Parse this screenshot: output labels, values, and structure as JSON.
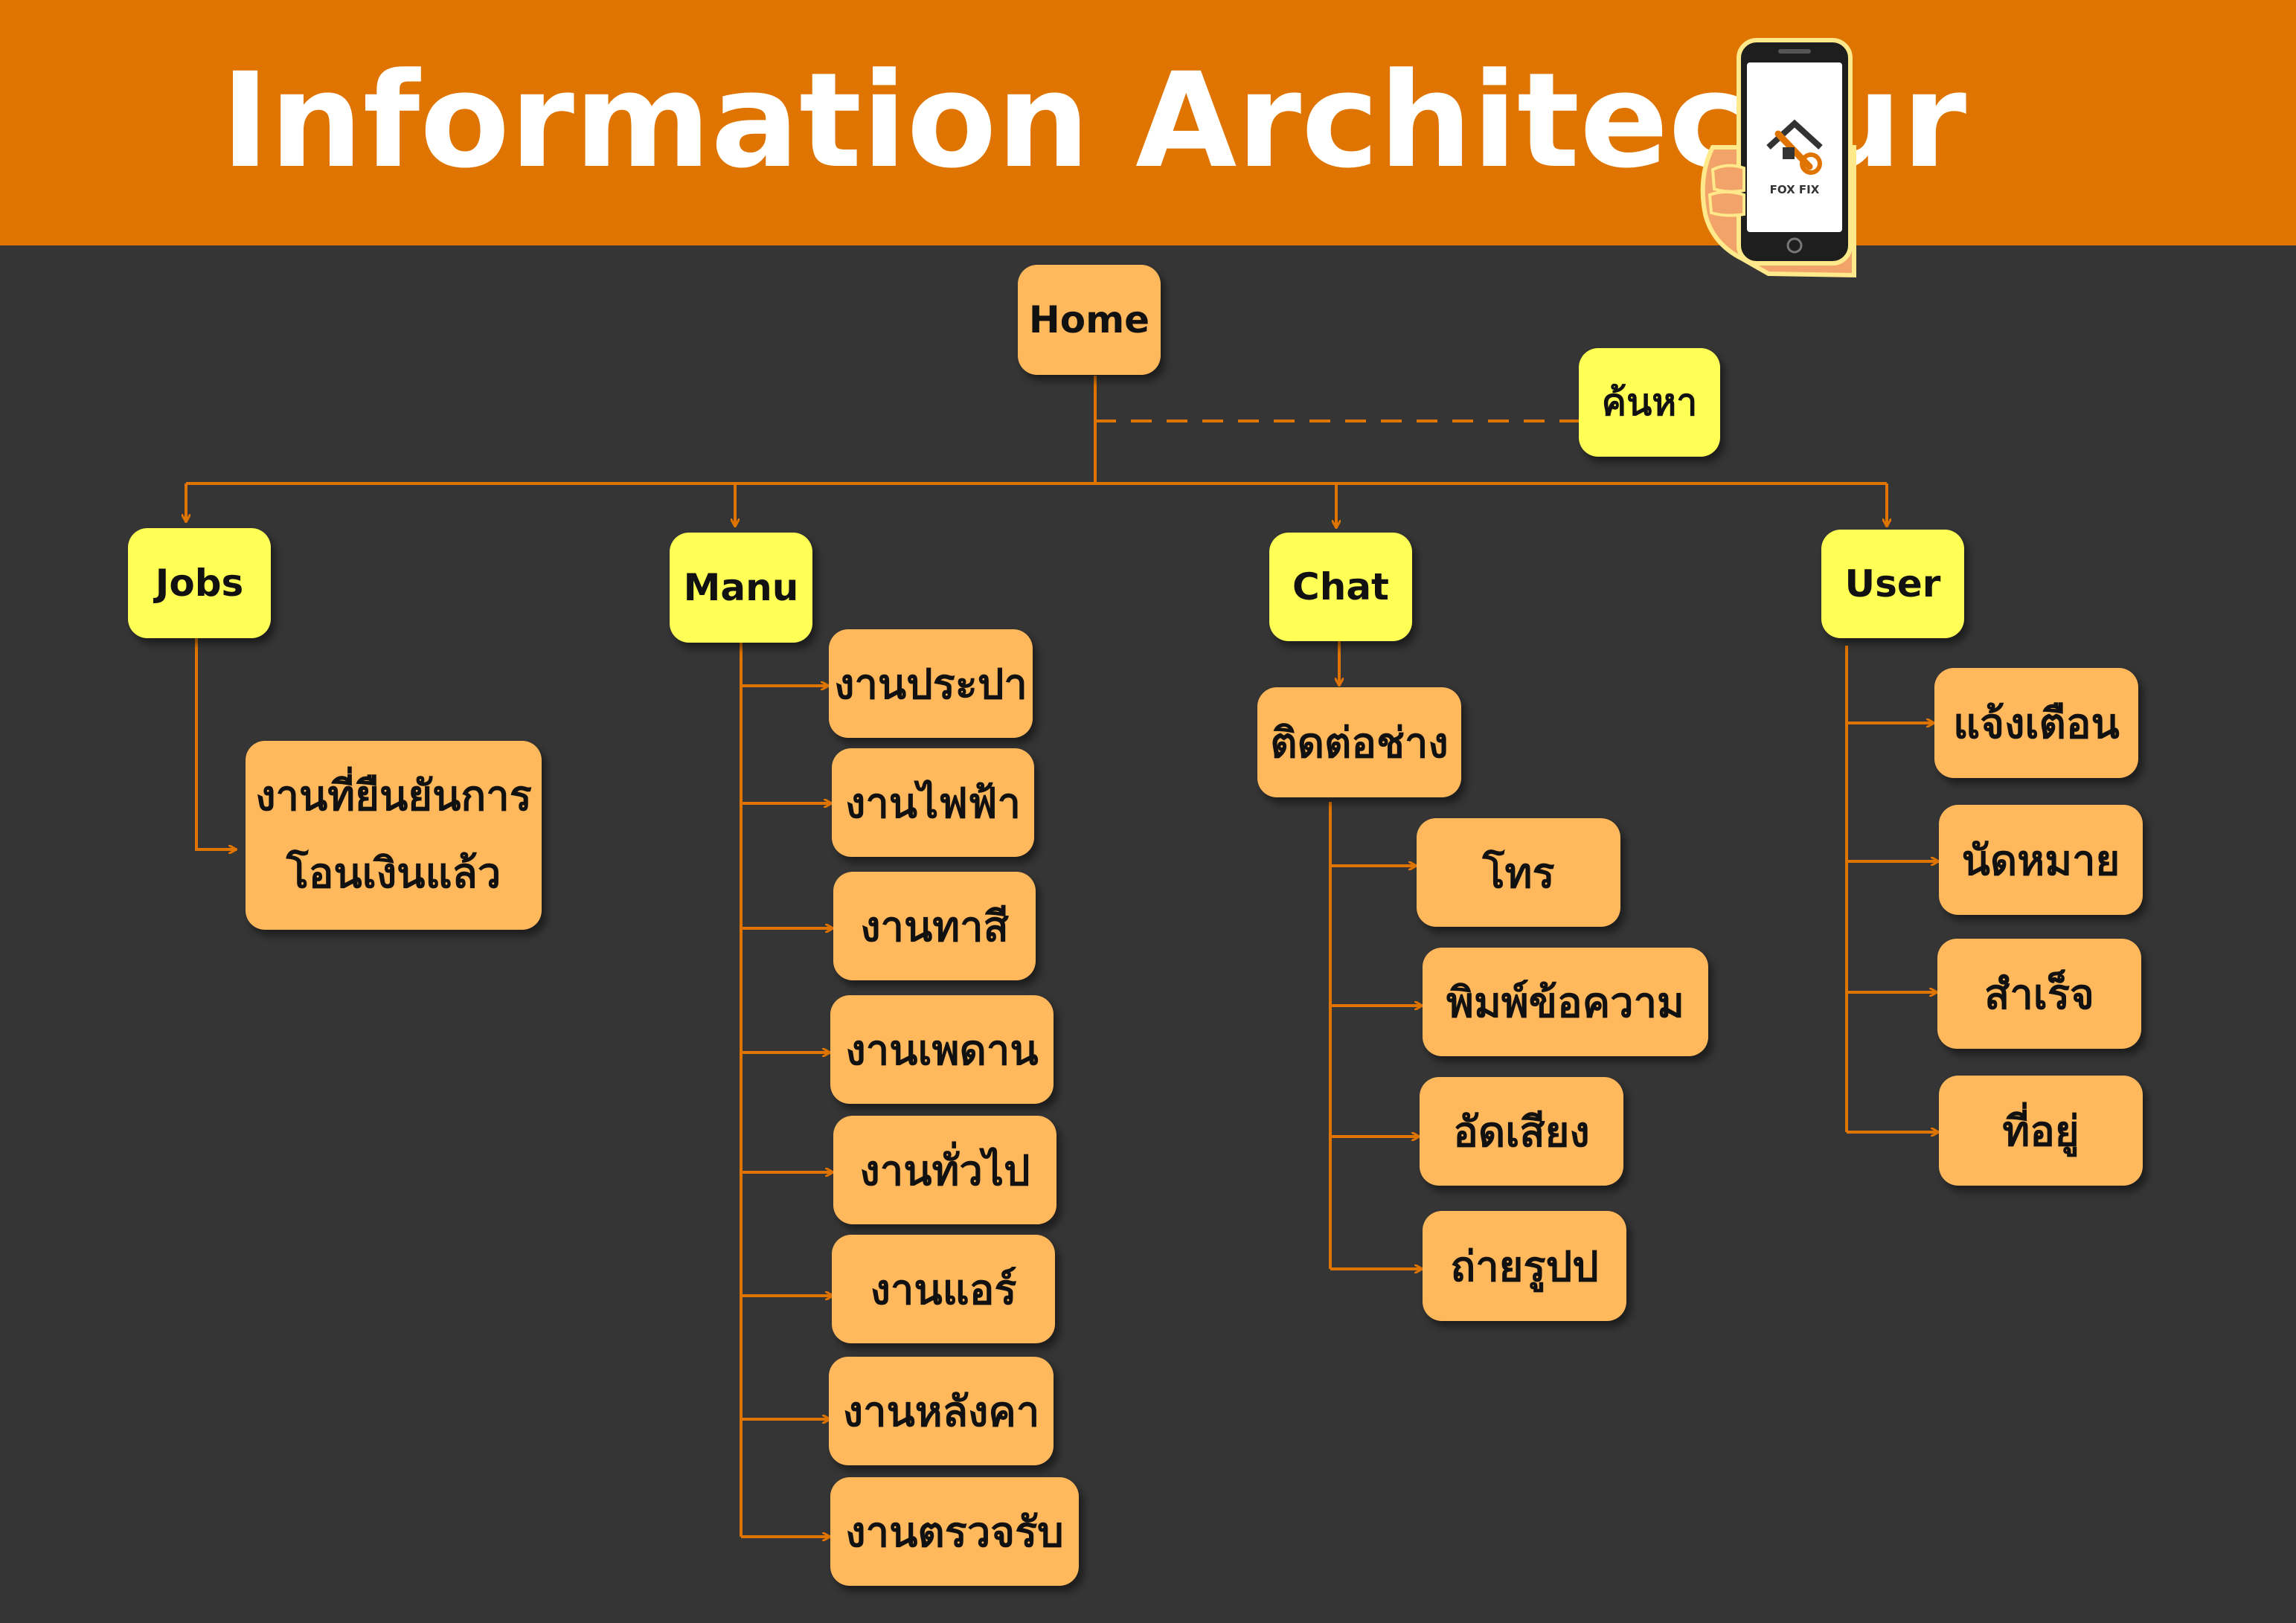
{
  "title": "Information Architectur",
  "logo_text": "FOX FIX",
  "colors": {
    "header": "#E07400",
    "background": "#353535",
    "primary_node": "#FFFF55",
    "secondary_node": "#FFB85C",
    "connector": "#E07400"
  },
  "home": {
    "label": "Home"
  },
  "search": {
    "label": "ค้นหา"
  },
  "jobs": {
    "label": "Jobs",
    "items": [
      {
        "line1": "งานที่ยืนยันการ",
        "line2": "โอนเงินแล้ว"
      }
    ]
  },
  "menu": {
    "label": "Manu",
    "items": [
      {
        "label": "งานประปา"
      },
      {
        "label": "งานไฟฟ้า"
      },
      {
        "label": "งานทาสี"
      },
      {
        "label": "งานเพดาน"
      },
      {
        "label": "งานทั่วไป"
      },
      {
        "label": "งานแอร์"
      },
      {
        "label": "งานหลังคา"
      },
      {
        "label": "งานตรวจรับ"
      }
    ]
  },
  "chat": {
    "label": "Chat",
    "contact": {
      "label": "ติดต่อช่าง"
    },
    "items": [
      {
        "label": "โทร"
      },
      {
        "label": "พิมพ์ข้อความ"
      },
      {
        "label": "อัดเสียง"
      },
      {
        "label": "ถ่ายรูปป"
      }
    ]
  },
  "user": {
    "label": "User",
    "items": [
      {
        "label": "แจ้งเตือน"
      },
      {
        "label": "นัดหมาย"
      },
      {
        "label": "สำเร็จ"
      },
      {
        "label": "ที่อยู่"
      }
    ]
  }
}
